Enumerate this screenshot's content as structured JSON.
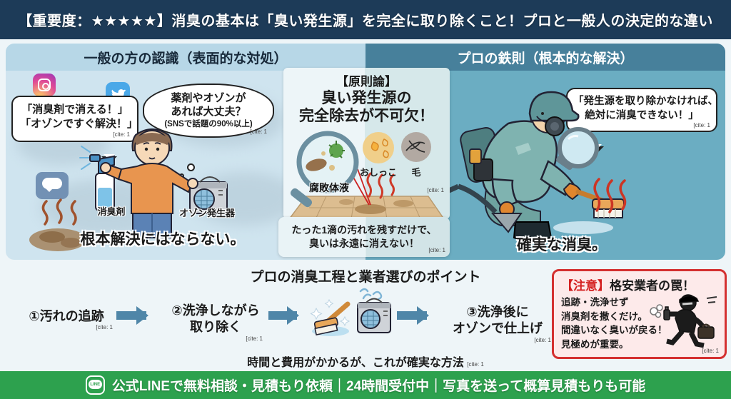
{
  "header": {
    "title": "【重要度：★★★★★】消臭の基本は「臭い発生源」を完全に取り除くこと！プロと一般人の決定的な違い"
  },
  "left_panel": {
    "header": "一般の方の認識（表面的な対処）",
    "speech_bubble": {
      "line1": "「消臭剤で消える！」",
      "line2": "「オゾンですぐ解決！」",
      "cite": "[cite: 1"
    },
    "thought_bubble": {
      "line1": "薬剤やオゾンが",
      "line2": "あれば大丈夫？",
      "line3": "(SNSで話題の90%以上)",
      "cite": "[cite: 1"
    },
    "spray_label": "消臭剤",
    "ozone_label": "オゾン発生器",
    "conclusion": "根本解決にはならない。"
  },
  "principle": {
    "tag": "【原則論】",
    "heading_line1": "臭い発生源の",
    "heading_line2": "完全除去が不可欠！",
    "magnifier_label": "腐敗体液",
    "source1_label": "おしっこ",
    "source2_label": "毛",
    "cite": "[cite: 1",
    "caption_line1": "たった1滴の汚れを残すだけで、",
    "caption_line2": "臭いは永遠に消えない！",
    "caption_cite": "[cite: 1"
  },
  "right_panel": {
    "header": "プロの鉄則（根本的な解決）",
    "speech_bubble": {
      "line1": "「発生源を取り除かなければ、",
      "line2": "絶対に消臭できない！」",
      "cite": "[cite: 1"
    },
    "conclusion": "確実な消臭。"
  },
  "process": {
    "title": "プロの消臭工程と業者選びのポイント",
    "step1": {
      "label": "①汚れの追跡",
      "cite": "[cite: 1"
    },
    "step2": {
      "line1": "②洗浄しながら",
      "line2": "取り除く",
      "cite": "[cite: 1"
    },
    "step3": {
      "line1": "③洗浄後に",
      "line2": "オゾンで仕上げ",
      "cite": "[cite: 1"
    },
    "note": "時間と費用がかかるが、これが確実な方法",
    "note_cite": "[cite: 1"
  },
  "warning": {
    "tag": "【注意】",
    "title": "格安業者の罠！",
    "line1": "追跡・洗浄せず",
    "line2": "消臭剤を撒くだけ。",
    "line3": "間違いなく臭いが戻る！",
    "line4": "見極めが重要。",
    "cite": "[cite: 1"
  },
  "footer": {
    "line_label": "LINE",
    "text": "公式LINEで無料相談・見積もり依頼｜24時間受付中｜写真を送って概算見積もりも可能"
  },
  "colors": {
    "header_bg": "#1d3b58",
    "left_band": "#b7d7e7",
    "left_panel": "#cfe4ef",
    "right_band": "#47809b",
    "right_panel": "#6badc2",
    "warning_border": "#d43030",
    "warning_bg": "#fdeaea",
    "footer_green": "#2da14e",
    "arrow": "#4f86a8",
    "steam_red": "#cc3524"
  }
}
